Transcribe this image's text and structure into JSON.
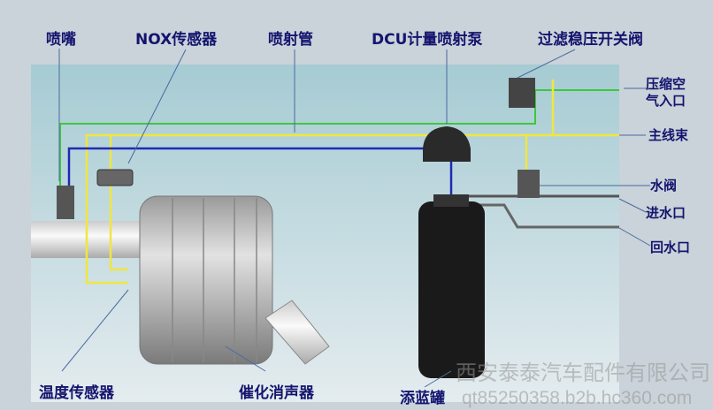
{
  "labels": {
    "nozzle": "喷嘴",
    "nox_sensor": "NOX传感器",
    "injection_pipe": "喷射管",
    "dcu_pump": "DCU计量喷射泵",
    "filter_valve": "过滤稳压开关阀",
    "air_inlet_line1": "压缩空",
    "air_inlet_line2": "气入口",
    "main_harness": "主线束",
    "water_valve": "水阀",
    "water_inlet": "进水口",
    "water_return": "回水口",
    "temp_sensor": "温度传感器",
    "muffler": "催化消声器",
    "urea_tank": "添蓝罐"
  },
  "watermark": {
    "company": "西安泰泰汽车配件有限公司",
    "url": "qt85250358.b2b.hc360.com"
  },
  "colors": {
    "label": "#14146e",
    "air_line": "#3cc83c",
    "harness": "#f0e640",
    "pipe": "#1e2ab4",
    "water": "#606060"
  }
}
